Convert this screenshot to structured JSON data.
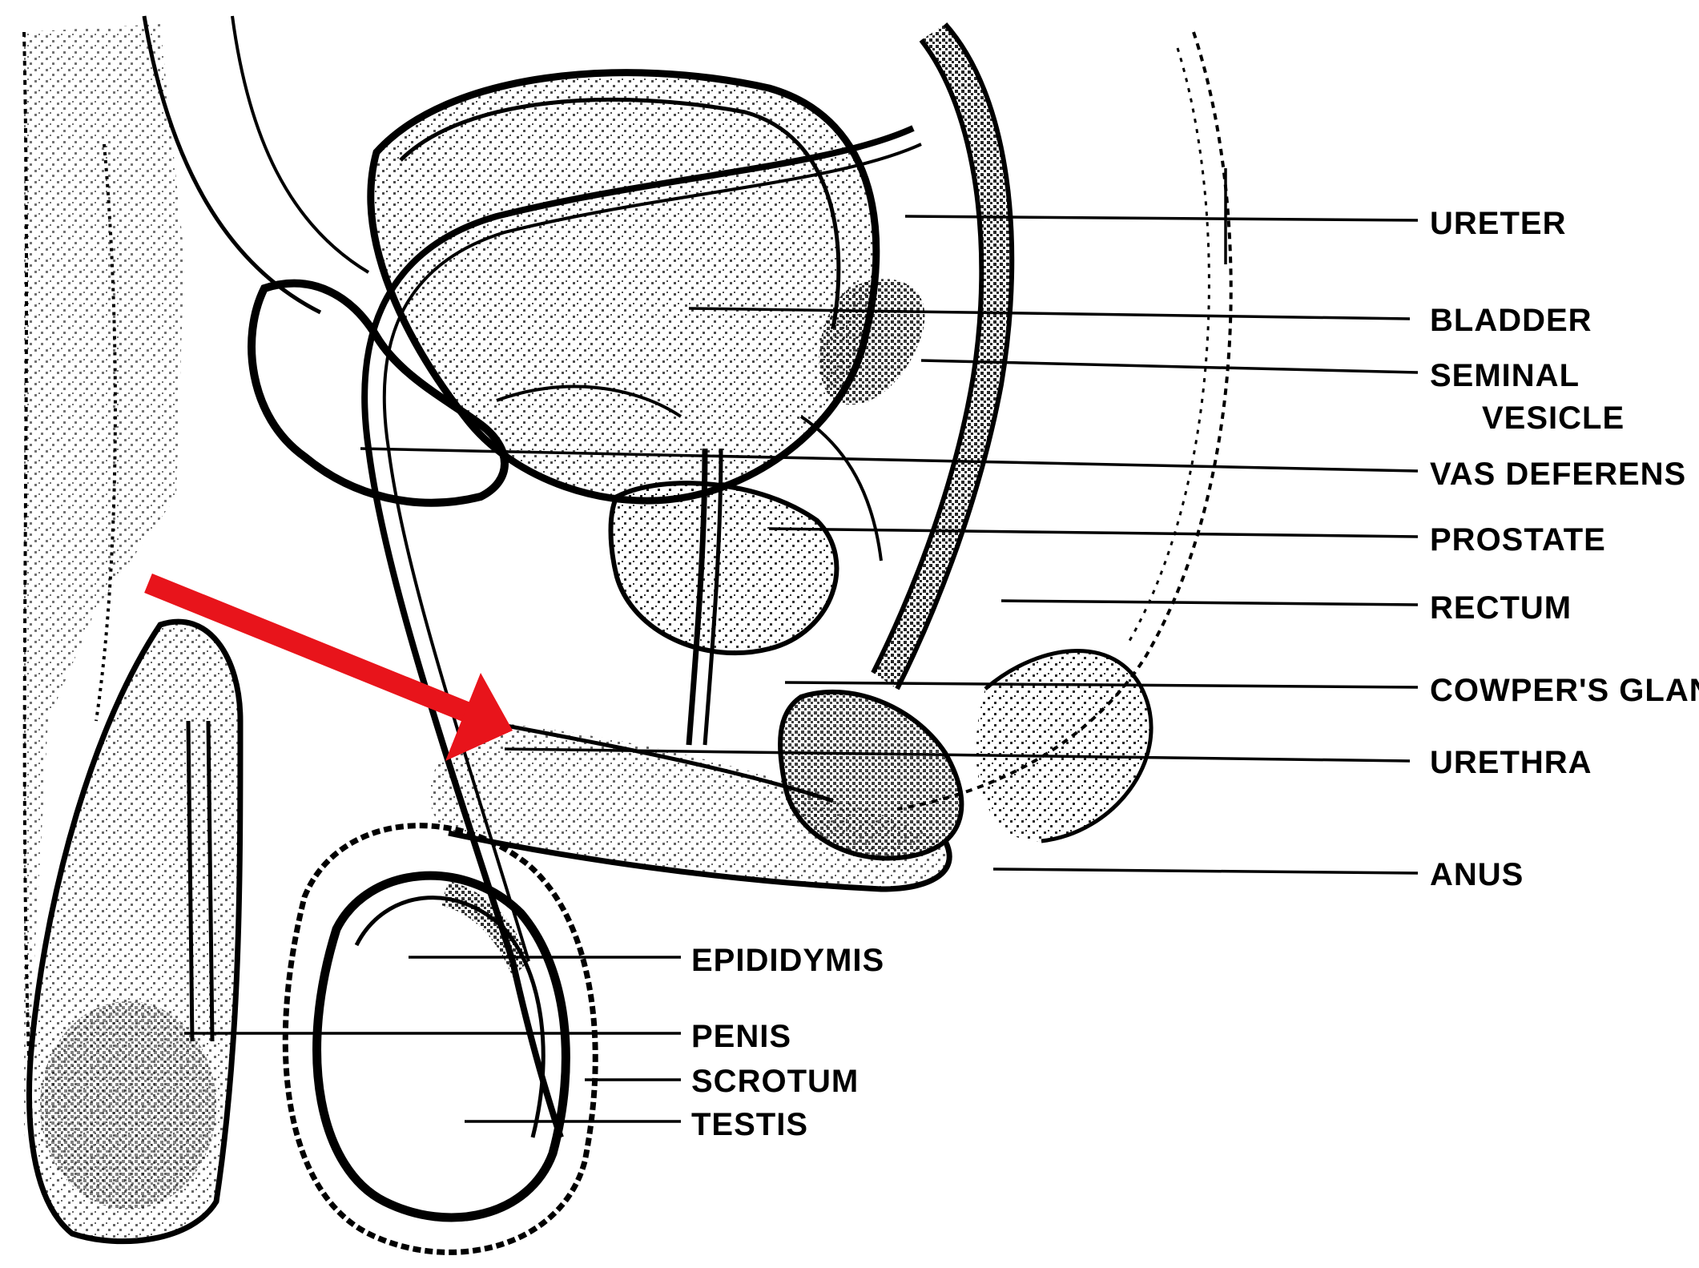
{
  "labels": {
    "ureter": "URETER",
    "bladder": "BLADDER",
    "seminal_1": "SEMINAL",
    "seminal_2": "VESICLE",
    "vas_deferens": "VAS DEFERENS",
    "prostate": "PROSTATE",
    "rectum": "RECTUM",
    "cowpers_gland": "COWPER'S GLAND",
    "urethra": "URETHRA",
    "anus": "ANUS",
    "epididymis": "EPIDIDYMIS",
    "penis": "PENIS",
    "scrotum": "SCROTUM",
    "testis": "TESTIS"
  },
  "colors": {
    "pointer_arrow": "#e8141b",
    "ink": "#000000",
    "background": "#ffffff"
  }
}
